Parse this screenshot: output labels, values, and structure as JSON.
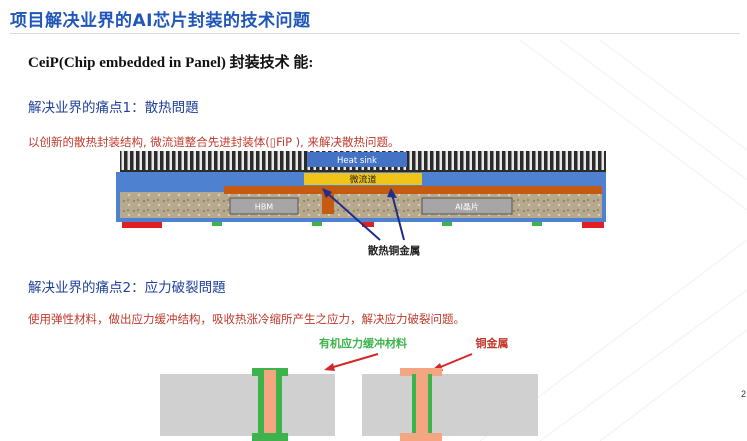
{
  "slide": {
    "title": "项目解决业界的AI芯片封装的技术问题",
    "subtitle": "CeiP(Chip embedded in Panel) 封装技术 能:",
    "page_number": "2"
  },
  "pain1": {
    "heading": "解决业界的痛点1：散热問題",
    "description": "以创新的散热封装结构, 微流道整合先进封装体(▯FiP ), 来解决散热问题。",
    "diagram": {
      "heat_sink_label": "Heat sink",
      "microchannel_label": "微流道",
      "hbm_label": "HBM",
      "ai_chip_label": "AI晶片",
      "callout_label": "散热铜金属"
    }
  },
  "pain2": {
    "heading": "解决业界的痛点2：应力破裂問題",
    "description": "使用弹性材料，做出应力缓冲结构，吸收热涨冷缩所产生之应力，解决应力破裂问题。",
    "diagram": {
      "buffer_label": "有机应力缓冲材料",
      "copper_label": "铜金属"
    }
  },
  "colors": {
    "title_blue": "#1f56b8",
    "heading_blue": "#1f3f9a",
    "desc_red": "#c0392b",
    "heat_sink_blue": "#4472c4",
    "microchannel_yellow": "#f0c419",
    "copper_brown": "#c55a11",
    "buffer_green": "#3cb44b",
    "copper_pink": "#f4a582",
    "arrow_red": "#d62728",
    "callout_navy": "#1f2e8c"
  }
}
